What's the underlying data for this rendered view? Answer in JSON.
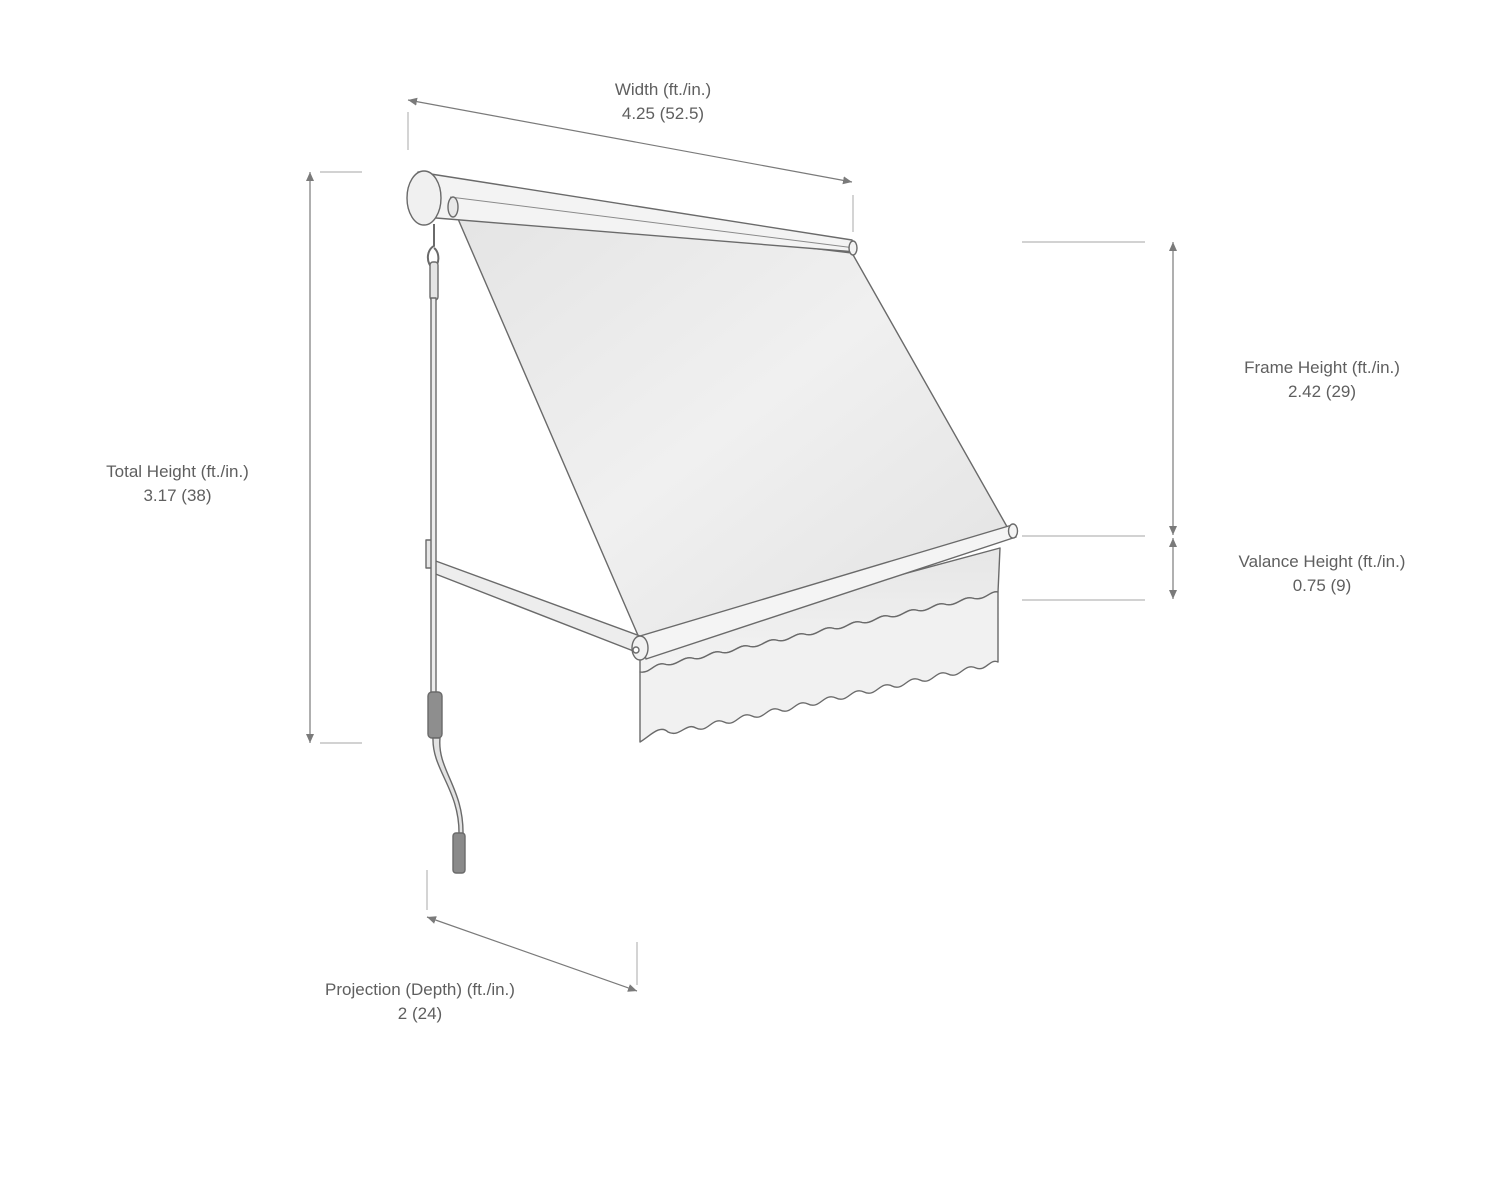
{
  "dimensions": {
    "width": {
      "label": "Width (ft./in.)",
      "value": "4.25 (52.5)"
    },
    "total_height": {
      "label": "Total Height (ft./in.)",
      "value": "3.17 (38)"
    },
    "frame_height": {
      "label": "Frame Height (ft./in.)",
      "value": "2.42 (29)"
    },
    "valance_height": {
      "label": "Valance Height (ft./in.)",
      "value": "0.75 (9)"
    },
    "projection": {
      "label": "Projection (Depth) (ft./in.)",
      "value": "2 (24)"
    }
  },
  "colors": {
    "line": "#6a6a6a",
    "fabric": "#e9e9e9",
    "dimension_line": "#7a7a7a",
    "extension_line": "#b8b8b8"
  }
}
